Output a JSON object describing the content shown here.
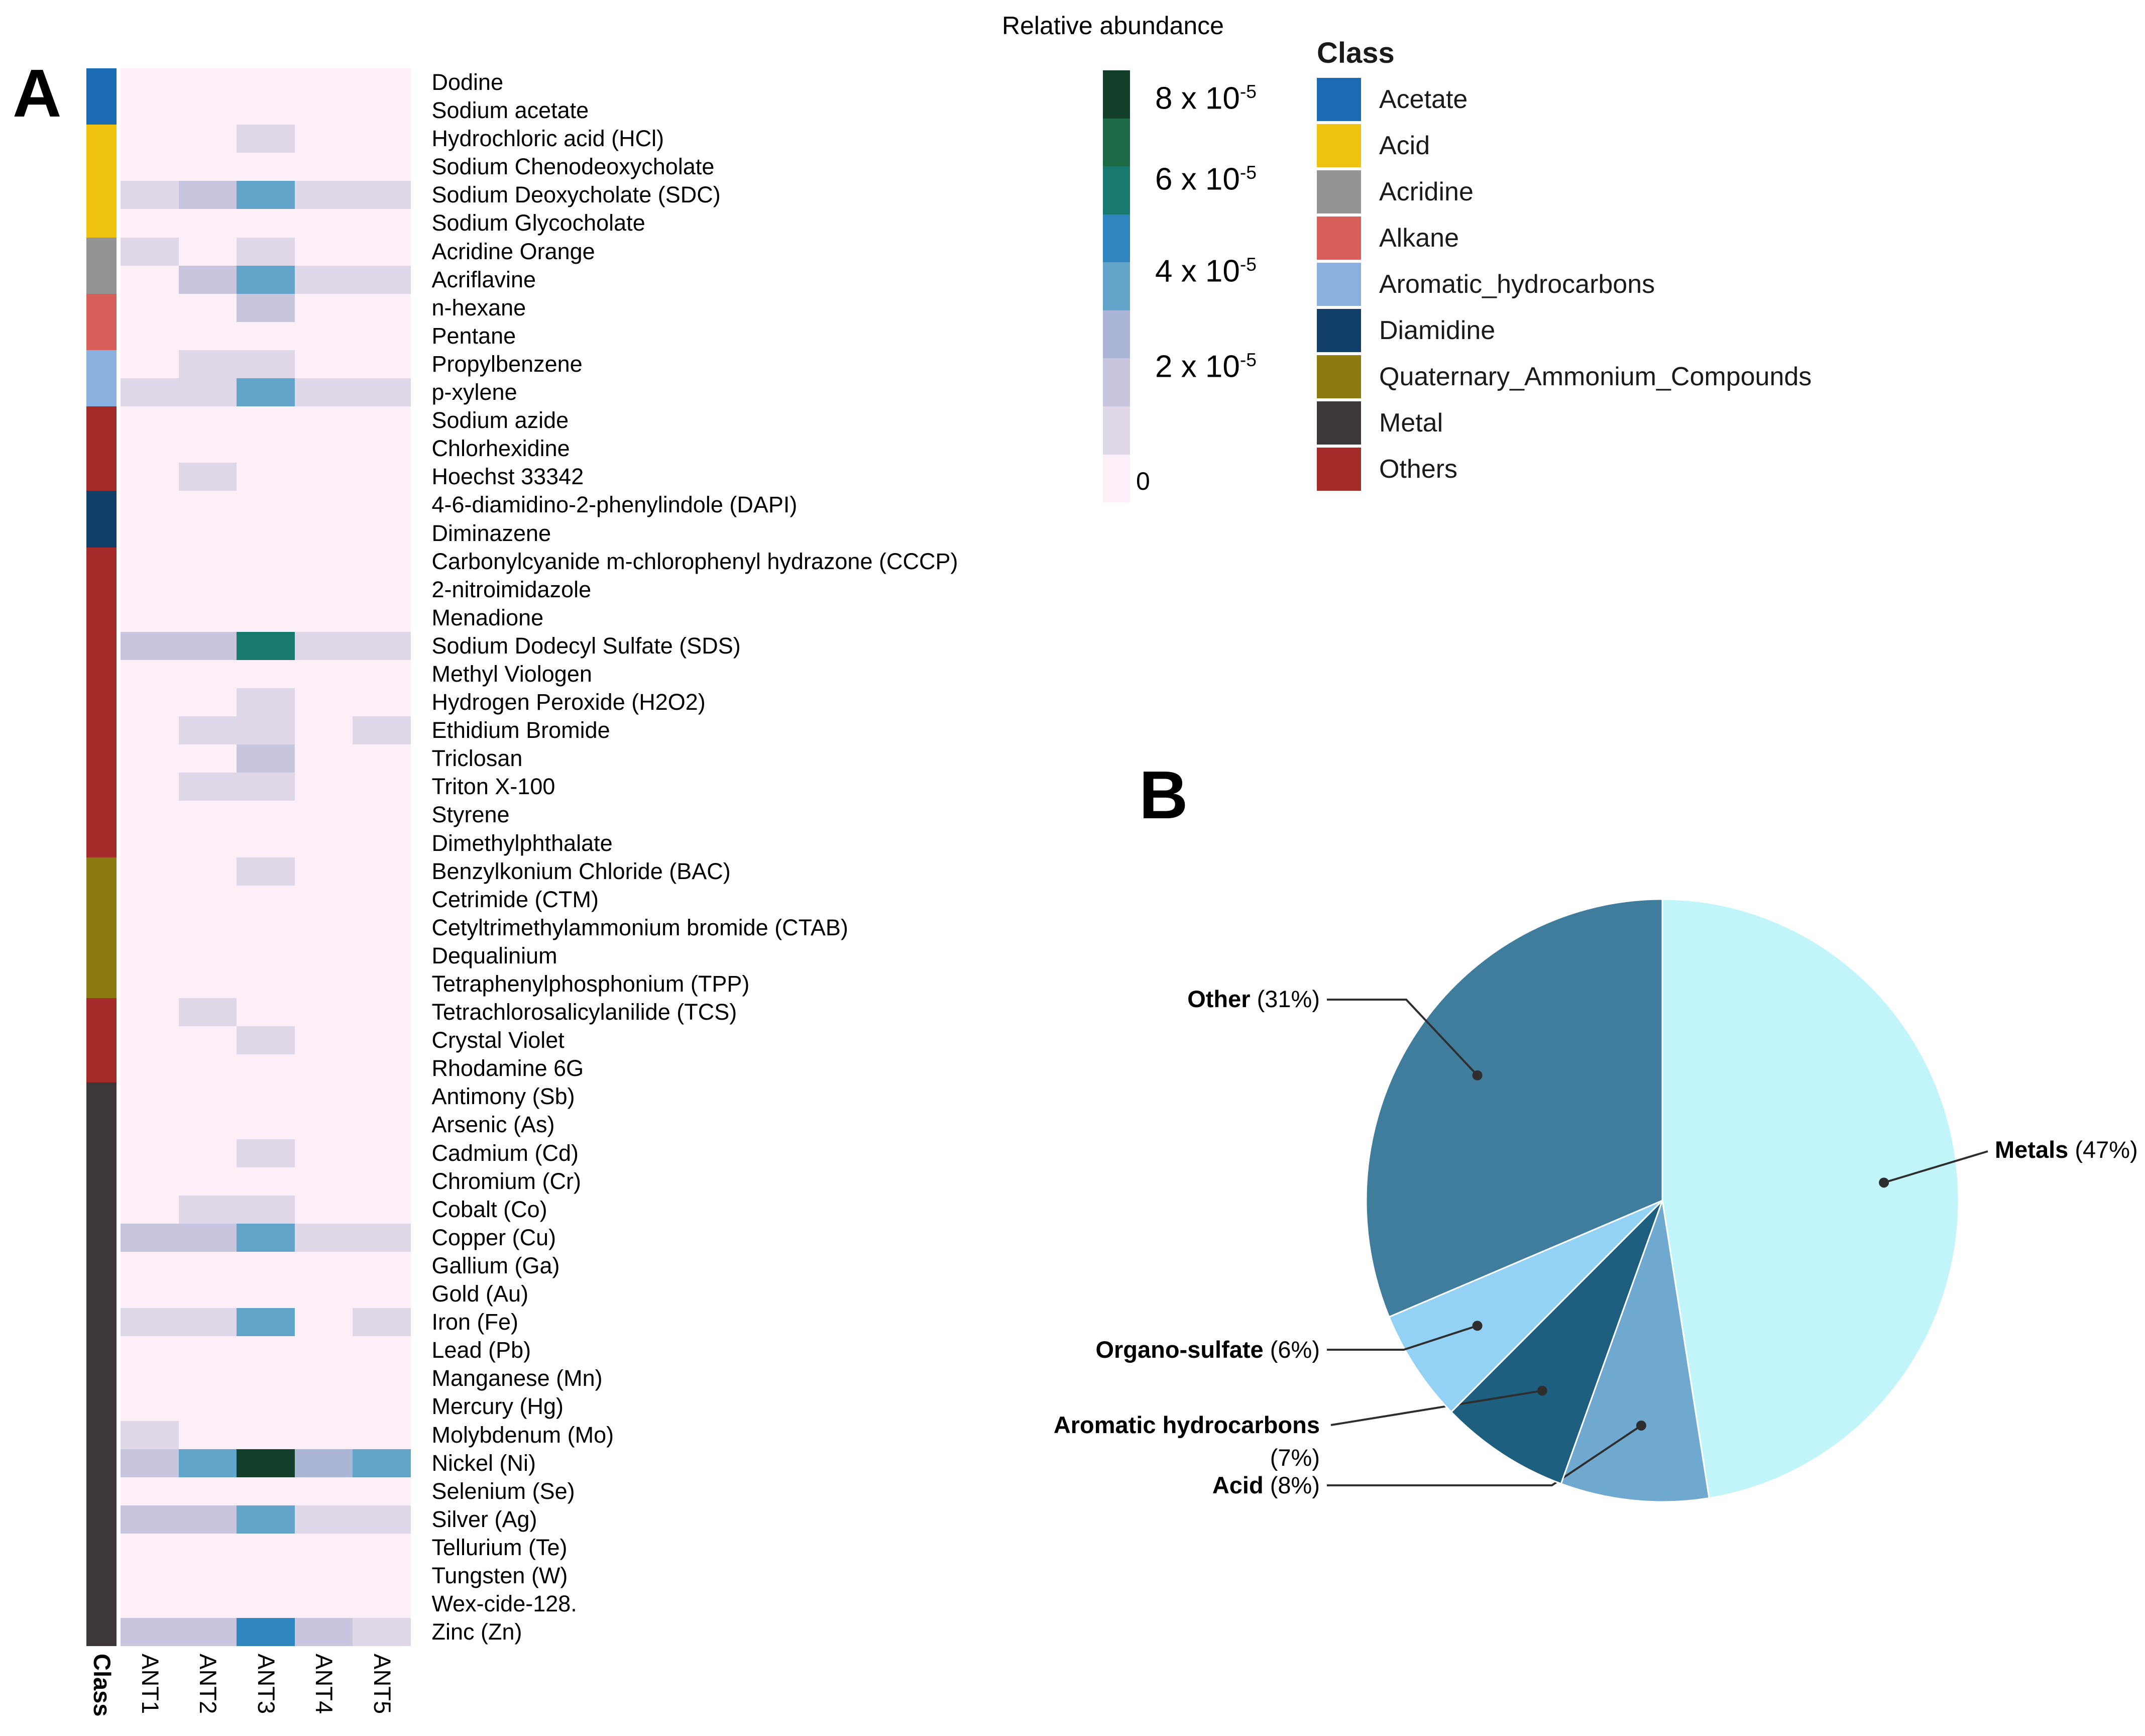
{
  "panels": {
    "a": "A",
    "b": "B"
  },
  "heatmap_axis": {
    "class_label": "Class",
    "columns": [
      "ANT1",
      "ANT2",
      "ANT3",
      "ANT4",
      "ANT5"
    ]
  },
  "colorbar": {
    "title": "Relative abundance",
    "ticks": [
      {
        "main": "8 x 10",
        "sup": "-5",
        "f": 0.065
      },
      {
        "main": "6 x 10",
        "sup": "-5",
        "f": 0.252
      },
      {
        "main": "4 x 10",
        "sup": "-5",
        "f": 0.465
      },
      {
        "main": "2 x 10",
        "sup": "-5",
        "f": 0.686
      }
    ],
    "zero_label": "0",
    "zero_f": 0.951
  },
  "class_legend": {
    "title": "Class",
    "items": [
      {
        "label": "Acetate",
        "color": "#1a6bb3"
      },
      {
        "label": "Acid",
        "color": "#eec20e"
      },
      {
        "label": "Acridine",
        "color": "#949494"
      },
      {
        "label": "Alkane",
        "color": "#d8605a"
      },
      {
        "label": "Aromatic_hydrocarbons",
        "color": "#8ab0e0"
      },
      {
        "label": "Diamidine",
        "color": "#123f69"
      },
      {
        "label": "Quaternary_Ammonium_Compounds",
        "color": "#8c7b10"
      },
      {
        "label": "Metal",
        "color": "#3c3839"
      },
      {
        "label": "Others",
        "color": "#a32c28"
      }
    ]
  },
  "chart_data": [
    {
      "type": "heatmap",
      "title": "Relative abundance",
      "columns": [
        "ANT1",
        "ANT2",
        "ANT3",
        "ANT4",
        "ANT5"
      ],
      "value_unit": "x10^-5 relative abundance",
      "scale": {
        "domain": [
          0,
          8
        ],
        "colors_low_to_high": [
          "#fceff7",
          "#ded7e8",
          "#c8c5de",
          "#abb6d6",
          "#62a4ca",
          "#2f85bd",
          "#187a6e",
          "#1d6b46",
          "#143f2b"
        ]
      },
      "class_colors": {
        "Acetate": "#1a6bb3",
        "Acid": "#eec20e",
        "Acridine": "#949494",
        "Alkane": "#d8605a",
        "Aromatic_hydrocarbons": "#8ab0e0",
        "Diamidine": "#123f69",
        "Quaternary_Ammonium_Compounds": "#8c7b10",
        "Metal": "#3c3839",
        "Others": "#a32c28"
      },
      "rows": [
        {
          "label": "Dodine",
          "class": "Acetate",
          "values": [
            0,
            0,
            0,
            0,
            0
          ]
        },
        {
          "label": "Sodium acetate",
          "class": "Acetate",
          "values": [
            0,
            0,
            0,
            0,
            0
          ]
        },
        {
          "label": "Hydrochloric acid (HCl)",
          "class": "Acid",
          "values": [
            0,
            0,
            1,
            0,
            0
          ]
        },
        {
          "label": "Sodium Chenodeoxycholate",
          "class": "Acid",
          "values": [
            0,
            0,
            0,
            0,
            0
          ]
        },
        {
          "label": "Sodium Deoxycholate (SDC)",
          "class": "Acid",
          "values": [
            1,
            2,
            4.2,
            1,
            1
          ]
        },
        {
          "label": "Sodium Glycocholate",
          "class": "Acid",
          "values": [
            0,
            0,
            0,
            0,
            0
          ]
        },
        {
          "label": "Acridine Orange",
          "class": "Acridine",
          "values": [
            1,
            0,
            1,
            0,
            0
          ]
        },
        {
          "label": "Acriflavine",
          "class": "Acridine",
          "values": [
            0,
            2,
            4.2,
            1,
            1
          ]
        },
        {
          "label": "n-hexane",
          "class": "Alkane",
          "values": [
            0,
            0,
            2,
            0,
            0
          ]
        },
        {
          "label": "Pentane",
          "class": "Alkane",
          "values": [
            0,
            0,
            0,
            0,
            0
          ]
        },
        {
          "label": "Propylbenzene",
          "class": "Aromatic_hydrocarbons",
          "values": [
            0,
            1,
            1,
            0,
            0
          ]
        },
        {
          "label": "p-xylene",
          "class": "Aromatic_hydrocarbons",
          "values": [
            1,
            1,
            4.2,
            1,
            1
          ]
        },
        {
          "label": "Sodium azide",
          "class": "Others",
          "values": [
            0,
            0,
            0,
            0,
            0
          ]
        },
        {
          "label": "Chlorhexidine",
          "class": "Others",
          "values": [
            0,
            0,
            0,
            0,
            0
          ]
        },
        {
          "label": "Hoechst 33342",
          "class": "Others",
          "values": [
            0,
            1,
            0,
            0,
            0
          ]
        },
        {
          "label": "4-6-diamidino-2-phenylindole (DAPI)",
          "class": "Diamidine",
          "values": [
            0,
            0,
            0,
            0,
            0
          ]
        },
        {
          "label": "Diminazene",
          "class": "Diamidine",
          "values": [
            0,
            0,
            0,
            0,
            0
          ]
        },
        {
          "label": "Carbonylcyanide m-chlorophenyl hydrazone (CCCP)",
          "class": "Others",
          "values": [
            0,
            0,
            0,
            0,
            0
          ]
        },
        {
          "label": "2-nitroimidazole",
          "class": "Others",
          "values": [
            0,
            0,
            0,
            0,
            0
          ]
        },
        {
          "label": "Menadione",
          "class": "Others",
          "values": [
            0,
            0,
            0,
            0,
            0
          ]
        },
        {
          "label": "Sodium Dodecyl Sulfate (SDS)",
          "class": "Others",
          "values": [
            2,
            2,
            5.8,
            1,
            1
          ]
        },
        {
          "label": "Methyl Viologen",
          "class": "Others",
          "values": [
            0,
            0,
            0,
            0,
            0
          ]
        },
        {
          "label": "Hydrogen Peroxide (H2O2)",
          "class": "Others",
          "values": [
            0,
            0,
            1,
            0,
            0
          ]
        },
        {
          "label": "Ethidium Bromide",
          "class": "Others",
          "values": [
            0,
            1,
            1,
            0,
            1
          ]
        },
        {
          "label": "Triclosan",
          "class": "Others",
          "values": [
            0,
            0,
            2,
            0,
            0
          ]
        },
        {
          "label": "Triton X-100",
          "class": "Others",
          "values": [
            0,
            1,
            1,
            0,
            0
          ]
        },
        {
          "label": "Styrene",
          "class": "Others",
          "values": [
            0,
            0,
            0,
            0,
            0
          ]
        },
        {
          "label": "Dimethylphthalate",
          "class": "Others",
          "values": [
            0,
            0,
            0,
            0,
            0
          ]
        },
        {
          "label": "Benzylkonium Chloride (BAC)",
          "class": "Quaternary_Ammonium_Compounds",
          "values": [
            0,
            0,
            1,
            0,
            0
          ]
        },
        {
          "label": "Cetrimide (CTM)",
          "class": "Quaternary_Ammonium_Compounds",
          "values": [
            0,
            0,
            0,
            0,
            0
          ]
        },
        {
          "label": "Cetyltrimethylammonium bromide (CTAB)",
          "class": "Quaternary_Ammonium_Compounds",
          "values": [
            0,
            0,
            0,
            0,
            0
          ]
        },
        {
          "label": "Dequalinium",
          "class": "Quaternary_Ammonium_Compounds",
          "values": [
            0,
            0,
            0,
            0,
            0
          ]
        },
        {
          "label": "Tetraphenylphosphonium (TPP)",
          "class": "Quaternary_Ammonium_Compounds",
          "values": [
            0,
            0,
            0,
            0,
            0
          ]
        },
        {
          "label": "Tetrachlorosalicylanilide (TCS)",
          "class": "Others",
          "values": [
            0,
            1,
            0,
            0,
            0
          ]
        },
        {
          "label": "Crystal Violet",
          "class": "Others",
          "values": [
            0,
            0,
            1,
            0,
            0
          ]
        },
        {
          "label": "Rhodamine 6G",
          "class": "Others",
          "values": [
            0,
            0,
            0,
            0,
            0
          ]
        },
        {
          "label": "Antimony (Sb)",
          "class": "Metal",
          "values": [
            0,
            0,
            0,
            0,
            0
          ]
        },
        {
          "label": "Arsenic (As)",
          "class": "Metal",
          "values": [
            0,
            0,
            0,
            0,
            0
          ]
        },
        {
          "label": "Cadmium (Cd)",
          "class": "Metal",
          "values": [
            0,
            0,
            1,
            0,
            0
          ]
        },
        {
          "label": "Chromium (Cr)",
          "class": "Metal",
          "values": [
            0,
            0,
            0,
            0,
            0
          ]
        },
        {
          "label": "Cobalt (Co)",
          "class": "Metal",
          "values": [
            0,
            1,
            1,
            0,
            0
          ]
        },
        {
          "label": "Copper (Cu)",
          "class": "Metal",
          "values": [
            2,
            2,
            3.8,
            1,
            1
          ]
        },
        {
          "label": "Gallium (Ga)",
          "class": "Metal",
          "values": [
            0,
            0,
            0,
            0,
            0
          ]
        },
        {
          "label": "Gold (Au)",
          "class": "Metal",
          "values": [
            0,
            0,
            0,
            0,
            0
          ]
        },
        {
          "label": "Iron (Fe)",
          "class": "Metal",
          "values": [
            1,
            1,
            4.3,
            0,
            1
          ]
        },
        {
          "label": "Lead (Pb)",
          "class": "Metal",
          "values": [
            0,
            0,
            0,
            0,
            0
          ]
        },
        {
          "label": "Manganese (Mn)",
          "class": "Metal",
          "values": [
            0,
            0,
            0,
            0,
            0
          ]
        },
        {
          "label": "Mercury (Hg)",
          "class": "Metal",
          "values": [
            0,
            0,
            0,
            0,
            0
          ]
        },
        {
          "label": "Molybdenum (Mo)",
          "class": "Metal",
          "values": [
            1,
            0,
            0,
            0,
            0
          ]
        },
        {
          "label": "Nickel (Ni)",
          "class": "Metal",
          "values": [
            2,
            3.8,
            7.8,
            3,
            4.3
          ]
        },
        {
          "label": "Selenium (Se)",
          "class": "Metal",
          "values": [
            0,
            0,
            0,
            0,
            0
          ]
        },
        {
          "label": "Silver (Ag)",
          "class": "Metal",
          "values": [
            2,
            2,
            3.6,
            1,
            1
          ]
        },
        {
          "label": "Tellurium (Te)",
          "class": "Metal",
          "values": [
            0,
            0,
            0,
            0,
            0
          ]
        },
        {
          "label": "Tungsten (W)",
          "class": "Metal",
          "values": [
            0,
            0,
            0,
            0,
            0
          ]
        },
        {
          "label": "Wex-cide-128.",
          "class": "Metal",
          "values": [
            0,
            0,
            0,
            0,
            0
          ]
        },
        {
          "label": "Zinc (Zn)",
          "class": "Metal",
          "values": [
            2,
            2,
            4.8,
            2,
            1
          ]
        }
      ]
    },
    {
      "type": "pie",
      "labels": [
        "Metals",
        "Acid",
        "Aromatic hydrocarbons",
        "Organo-sulfate",
        "Other"
      ],
      "values": [
        47,
        8,
        7,
        6,
        31
      ],
      "colors": [
        "#c2f5fa",
        "#6fa9d0",
        "#1e5e7e",
        "#93d2f4",
        "#407d9d"
      ],
      "start_angle": "12 o'clock, clockwise",
      "legend_position": "outside labels with leader lines"
    }
  ]
}
